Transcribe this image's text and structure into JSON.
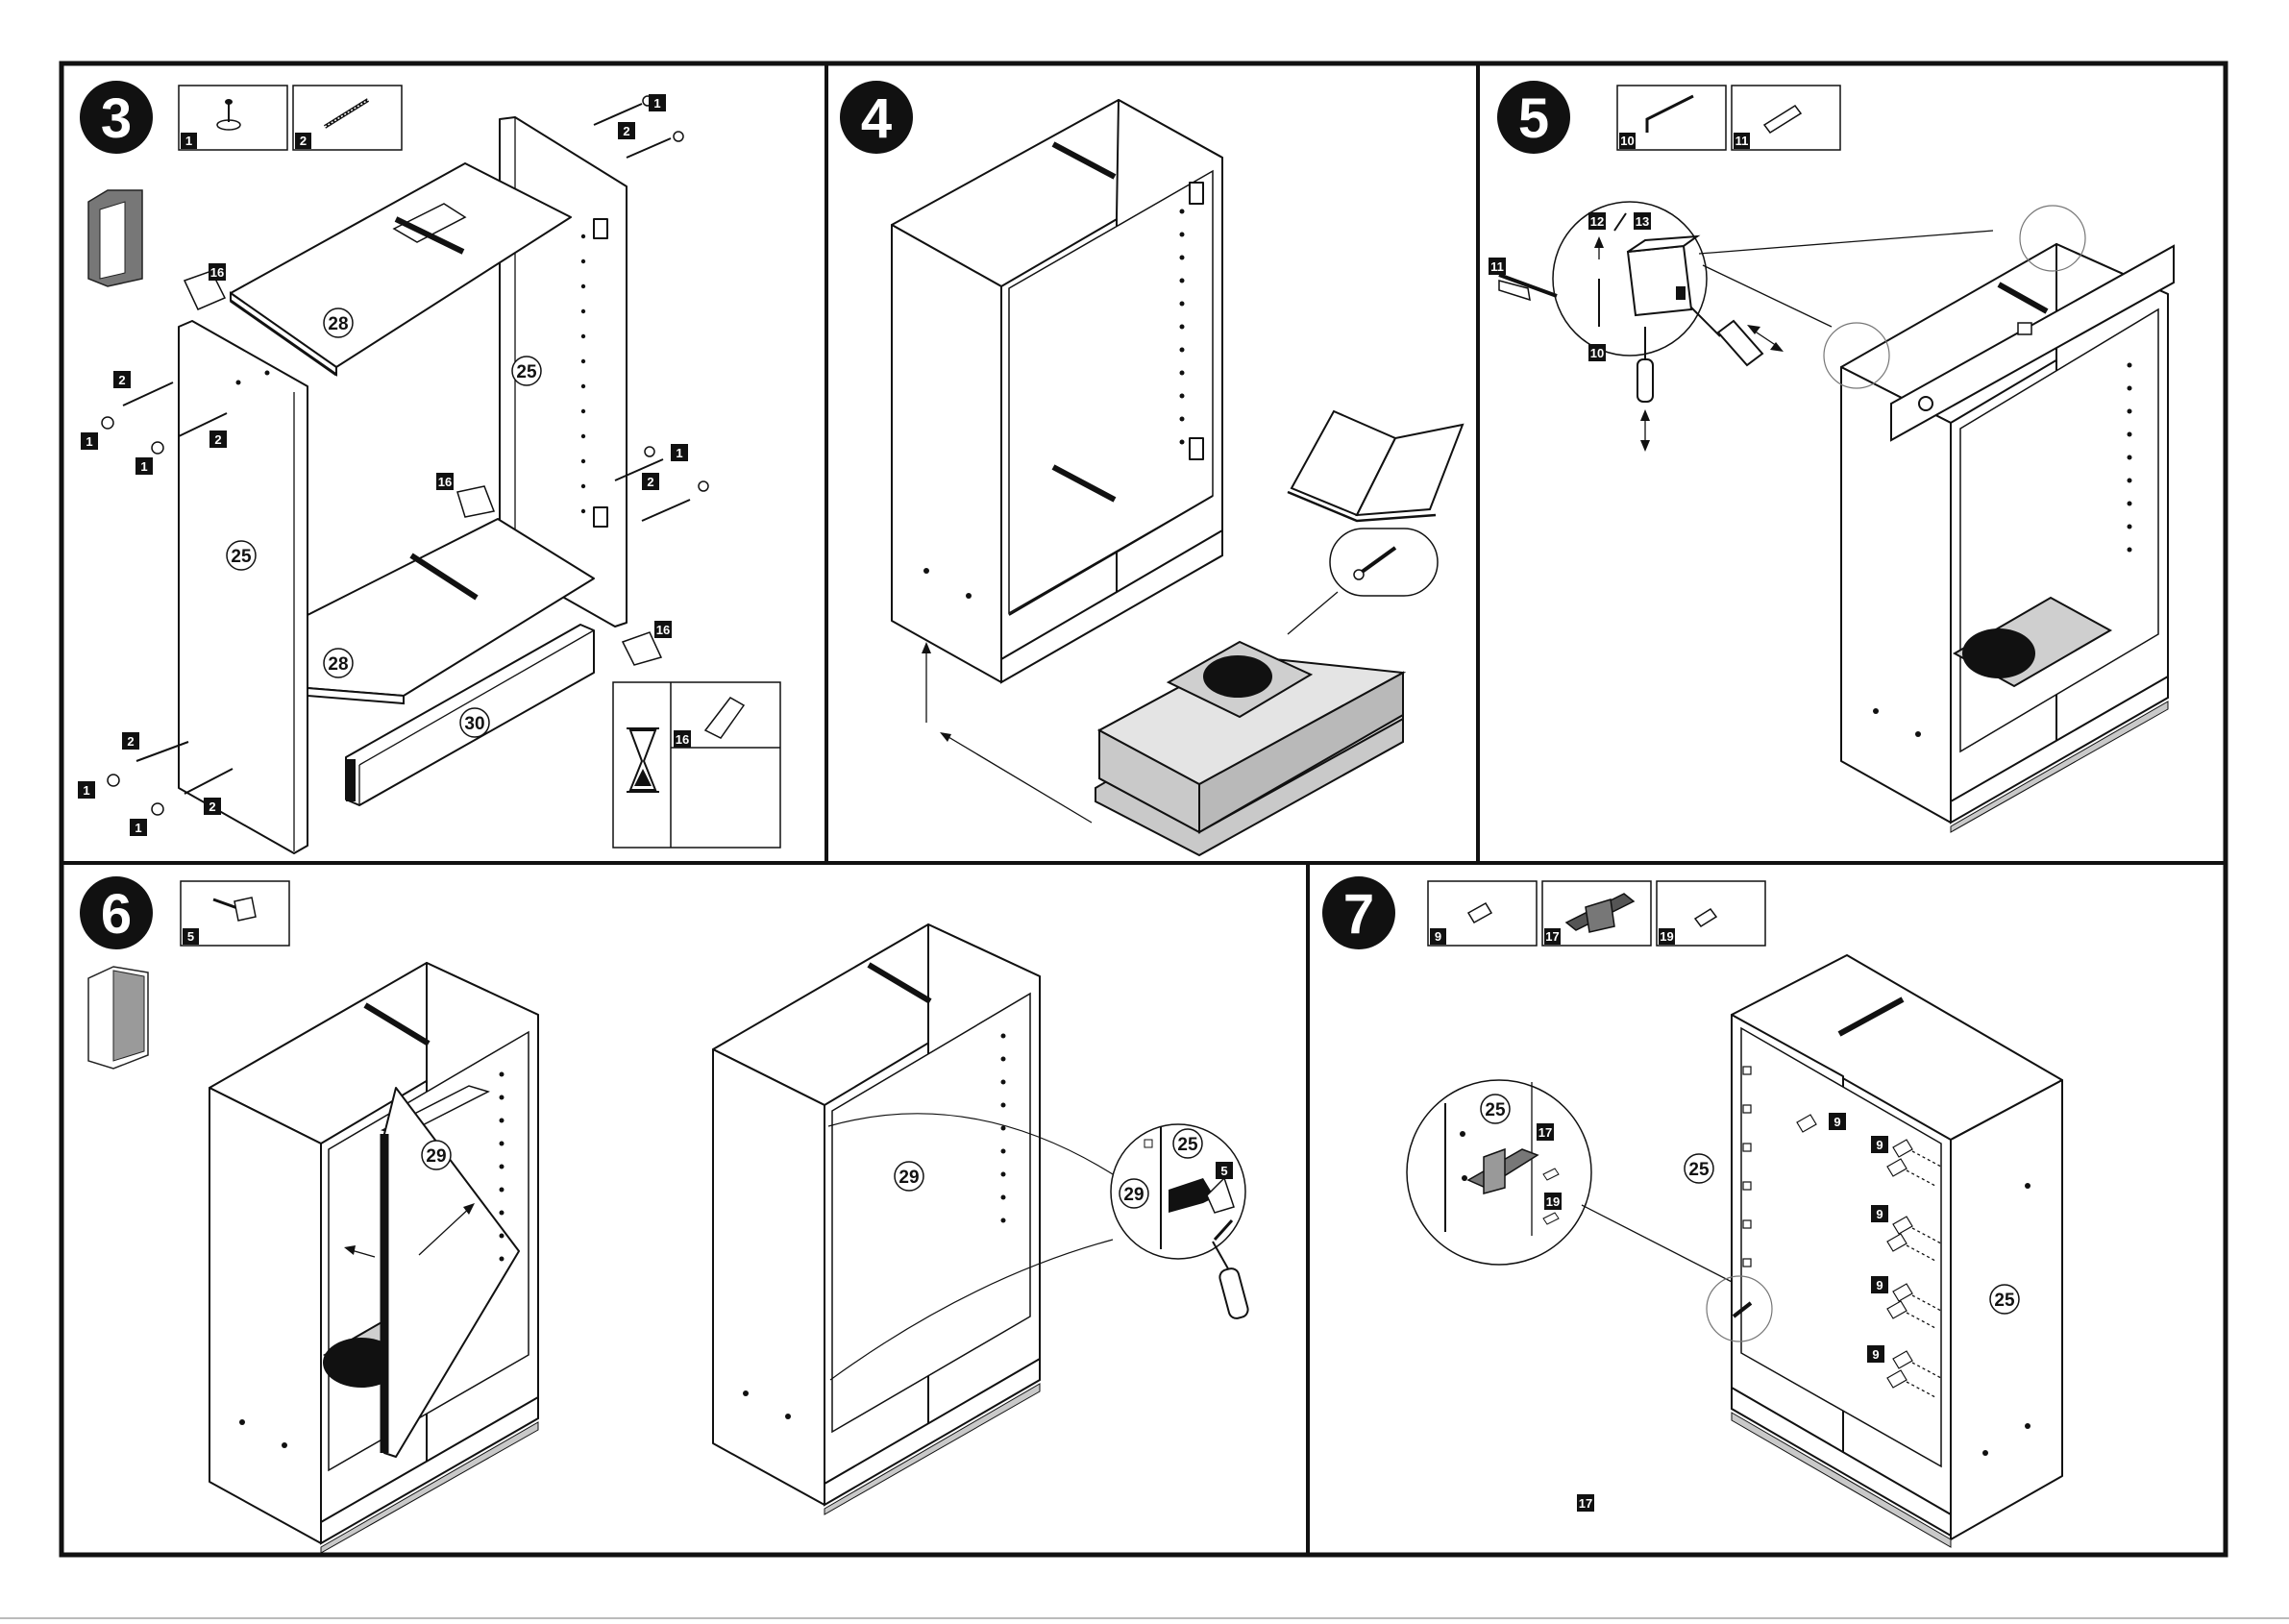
{
  "steps": [
    {
      "number": "3",
      "parts": [
        {
          "tag": "1"
        },
        {
          "tag": "2"
        }
      ],
      "callouts": [
        "1",
        "2",
        "1",
        "2",
        "16",
        "2",
        "1",
        "1",
        "2",
        "1",
        "2",
        "16",
        "1",
        "2",
        "16",
        "16"
      ],
      "labels": [
        "28",
        "25",
        "25",
        "28",
        "30"
      ]
    },
    {
      "number": "4",
      "parts": [],
      "callouts": [],
      "labels": []
    },
    {
      "number": "5",
      "parts": [
        {
          "tag": "10"
        },
        {
          "tag": "11"
        }
      ],
      "callouts": [
        "12",
        "13",
        "11",
        "10"
      ],
      "labels": []
    },
    {
      "number": "6",
      "parts": [
        {
          "tag": "5"
        }
      ],
      "callouts": [
        "5"
      ],
      "labels": [
        "29",
        "29",
        "25",
        "29"
      ]
    },
    {
      "number": "7",
      "parts": [
        {
          "tag": "9"
        },
        {
          "tag": "17"
        },
        {
          "tag": "19"
        }
      ],
      "callouts": [
        "17",
        "19",
        "9",
        "9",
        "9",
        "9",
        "9",
        "17"
      ],
      "labels": [
        "25",
        "25",
        "25"
      ]
    }
  ],
  "colors": {
    "ink": "#111111",
    "panel_grey": "#c9c9c9",
    "paper": "#ffffff"
  },
  "icons": [
    "hourglass-icon",
    "glue-tube-icon",
    "instruction-book-icon",
    "screwdriver-icon"
  ]
}
